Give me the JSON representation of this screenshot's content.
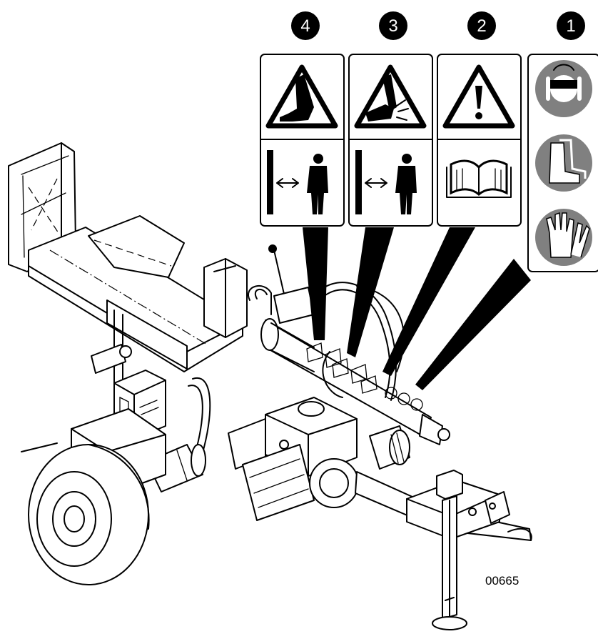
{
  "figure_code": "00665",
  "colors": {
    "ink": "#000000",
    "paper": "#ffffff",
    "ppe_icon_gray": "#808080"
  },
  "callouts": [
    {
      "number": "4",
      "hazard_icon": "foot-crush-hazard-icon",
      "instruction_icon": "keep-distance-icon"
    },
    {
      "number": "3",
      "hazard_icon": "hand-crush-hazard-icon",
      "instruction_icon": "keep-distance-icon"
    },
    {
      "number": "2",
      "hazard_icon": "general-warning-icon",
      "instruction_icon": "read-manual-icon"
    },
    {
      "number": "1",
      "ppe_icons": [
        "eye-ear-protection-icon",
        "safety-boots-icon",
        "safety-gloves-icon"
      ]
    }
  ]
}
